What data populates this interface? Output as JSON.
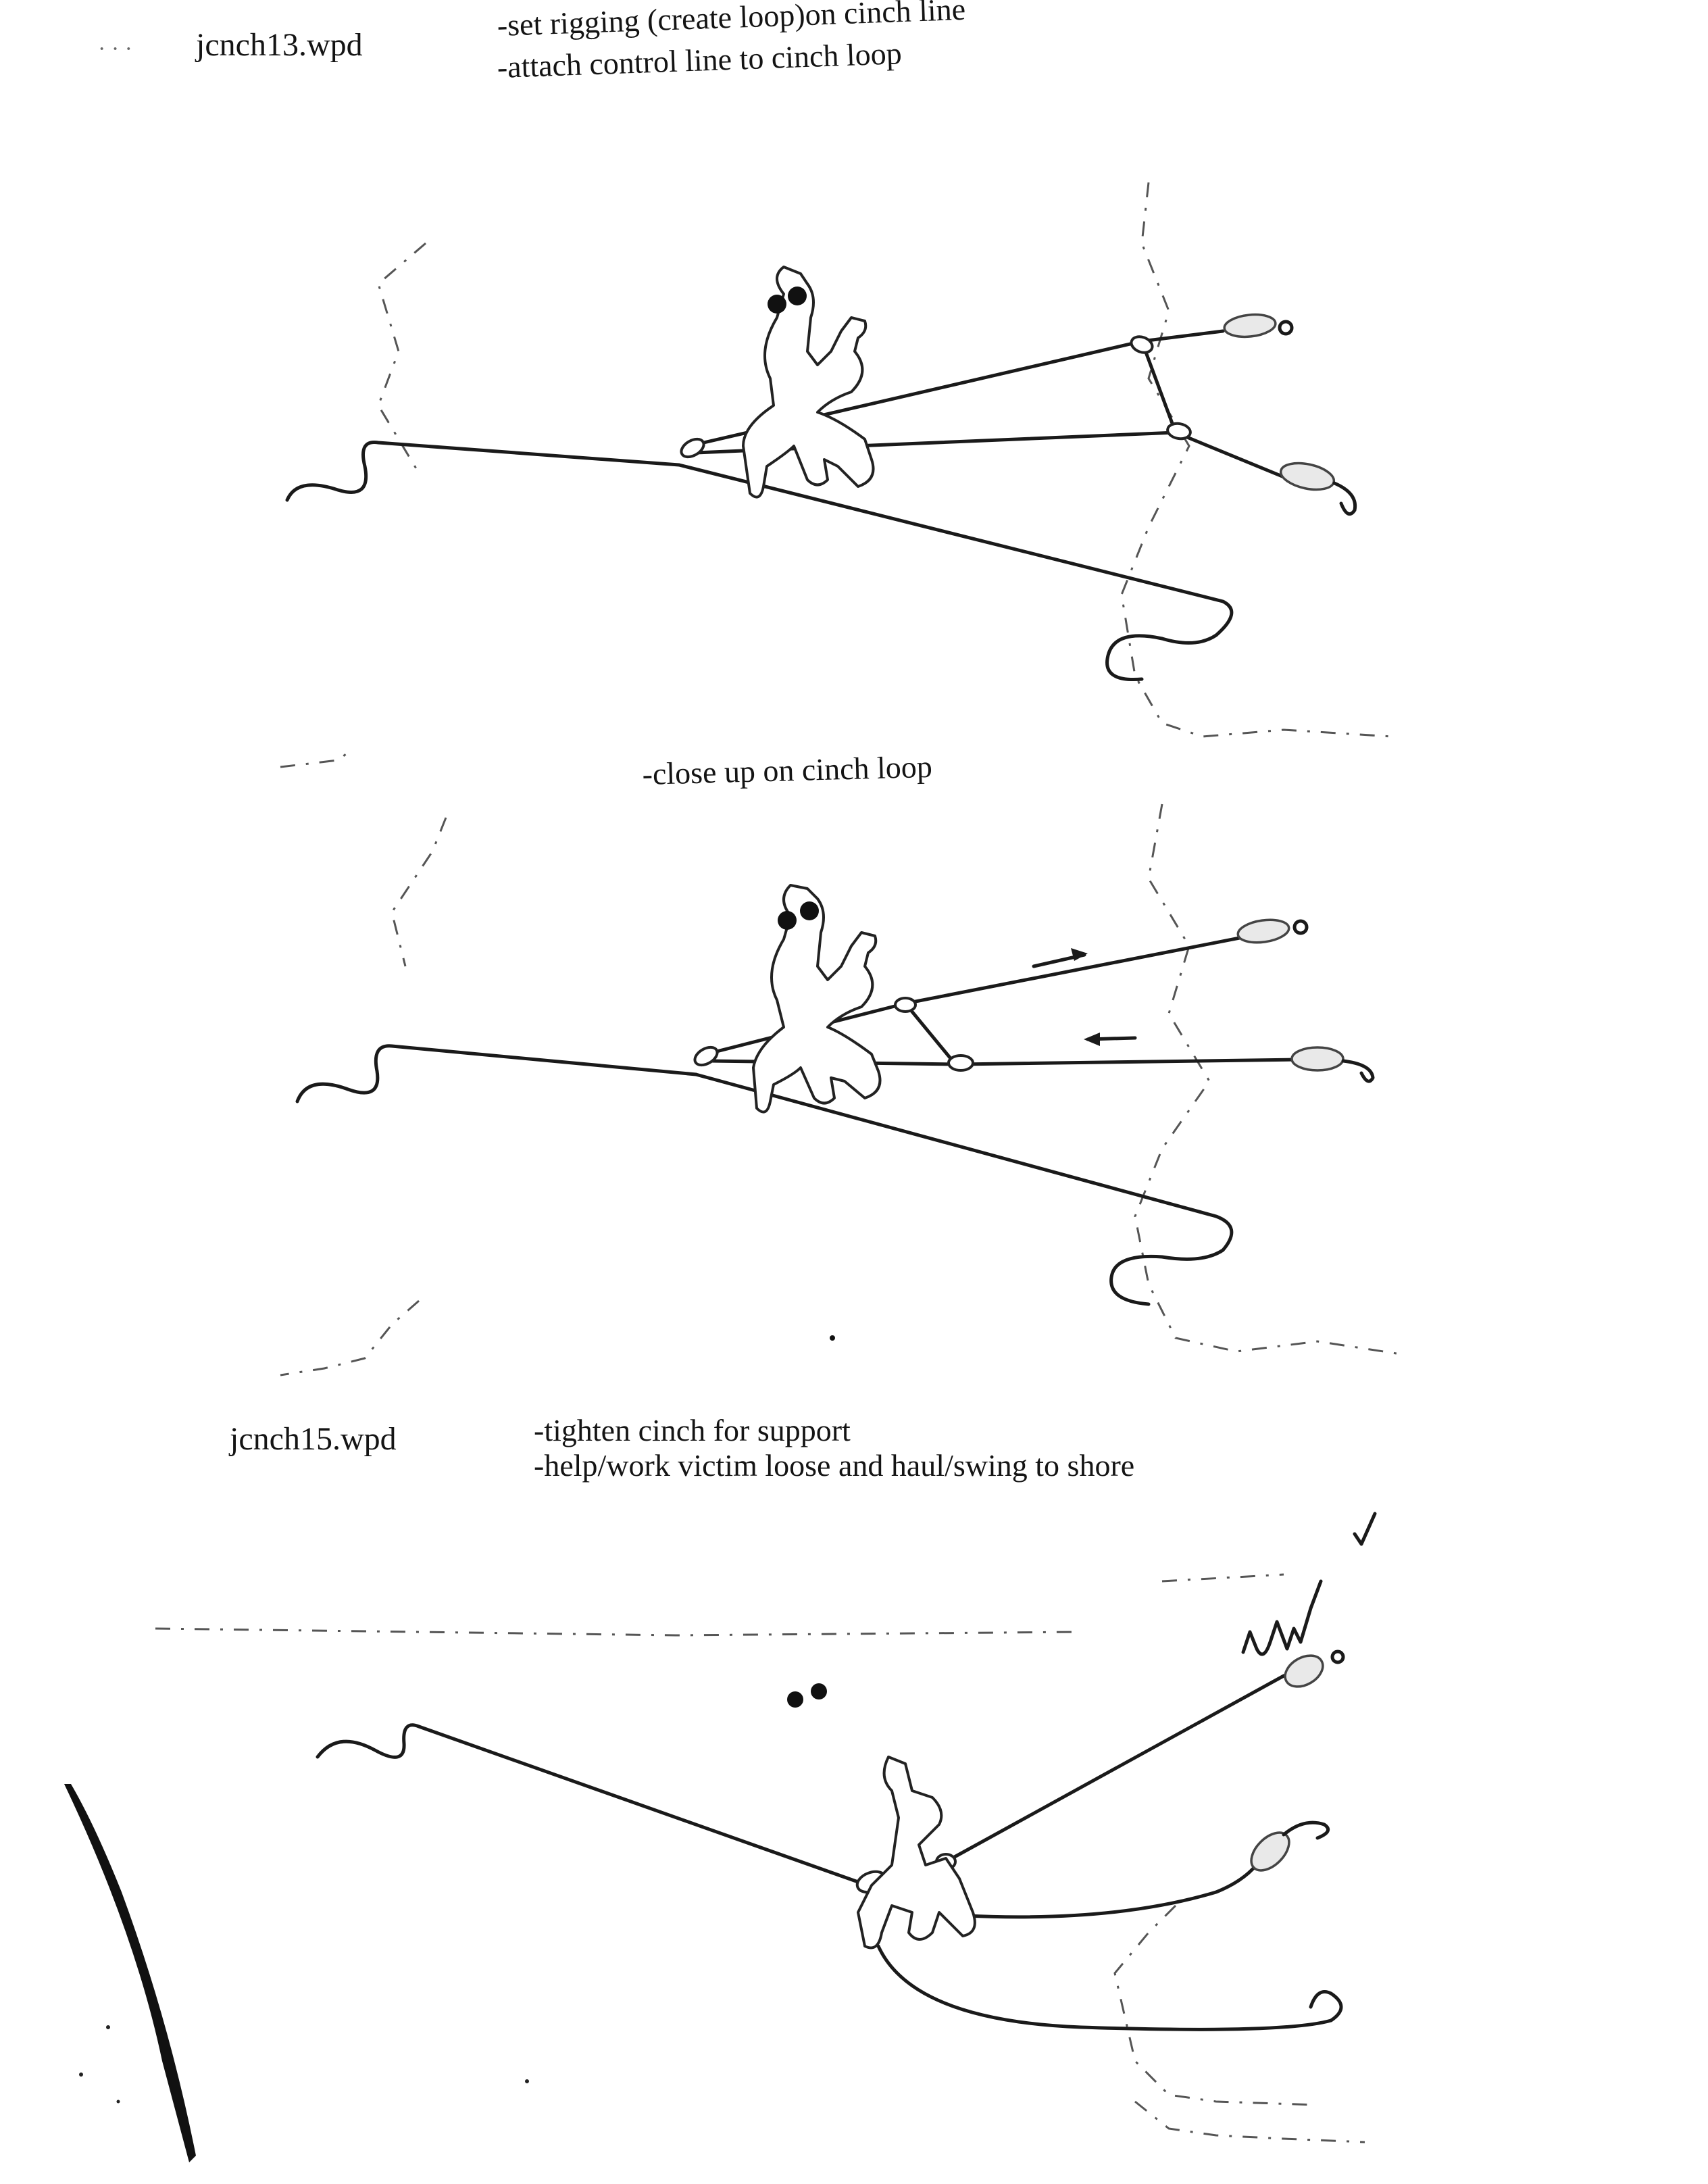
{
  "header": {
    "left_dots": "· · ·",
    "file1": "jcnch13.wpd",
    "note1_line1": "-set rigging (create loop)on cinch line",
    "note1_line2": "-attach control line to cinch loop"
  },
  "panel2": {
    "caption": "-close up on cinch loop"
  },
  "panel3": {
    "file2": "jcnch15.wpd",
    "note2_line1": "-tighten cinch for support",
    "note2_line2": "-help/work victim loose and haul/swing to shore"
  },
  "icons": [
    "victim-figure-icon",
    "float-icon",
    "arrow-right-icon",
    "arrow-left-icon",
    "initials-mark-icon"
  ],
  "colors": {
    "ink": "#1a1a1a",
    "paper": "#ffffff"
  }
}
